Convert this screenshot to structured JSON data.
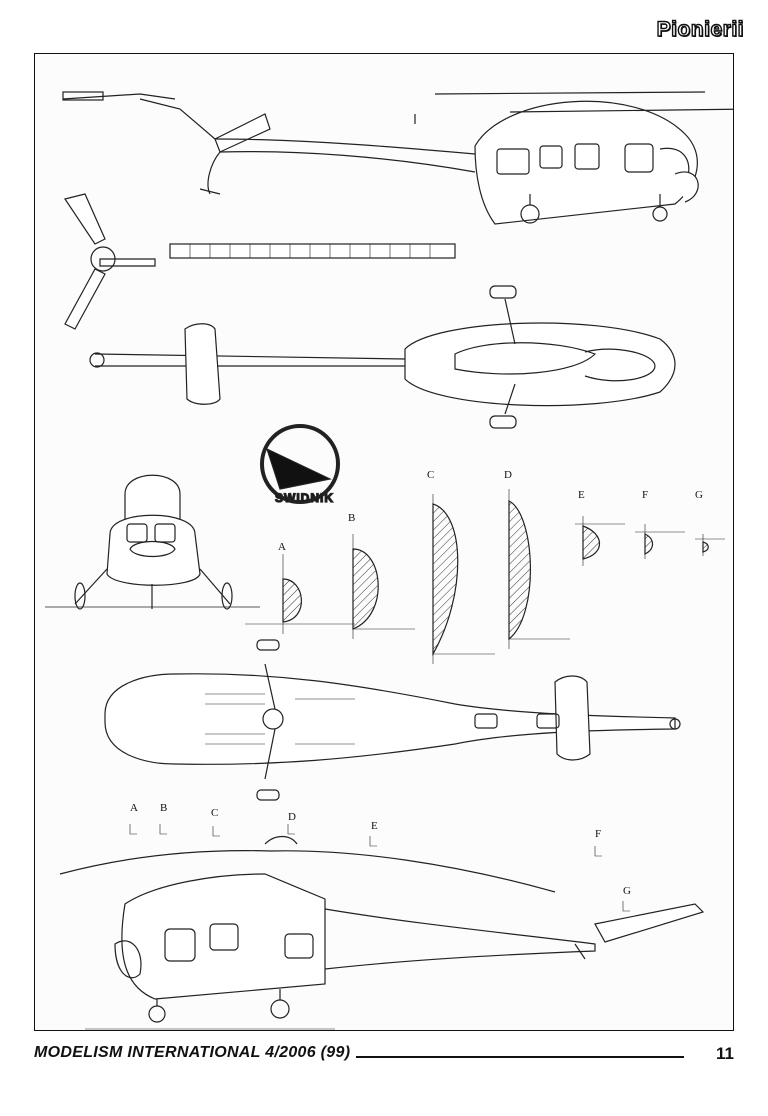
{
  "header": {
    "title": "Pionierii"
  },
  "footer": {
    "magazine": "MODELISM INTERNATIONAL 4/2006 (99)",
    "page_number": "11"
  },
  "logo": {
    "text": "SWIDNIK"
  },
  "section_labels_top": [
    "A",
    "B",
    "C",
    "D",
    "E",
    "F",
    "G"
  ],
  "section_labels_side": [
    "A",
    "B",
    "C",
    "D",
    "E",
    "F",
    "G"
  ]
}
